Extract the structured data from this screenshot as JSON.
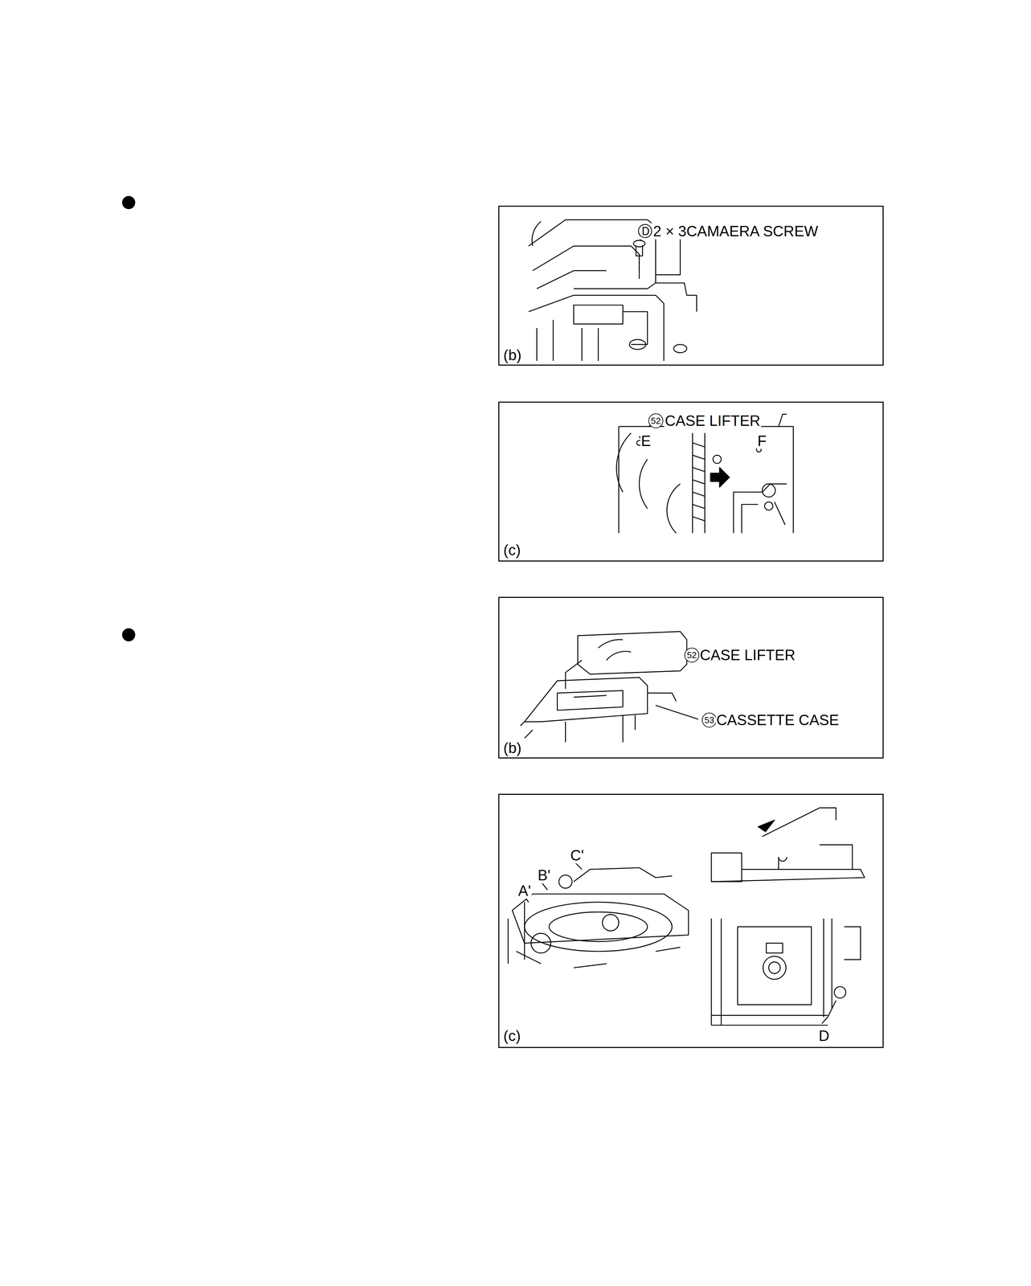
{
  "diagram": {
    "nodes": [
      {
        "text": [
          "Ⓓ",
          "2 × 3CAMAERA SCREW",
          "(b)"
        ]
      },
      {
        "text": [
          "52",
          "CASE LIFTER",
          "E",
          "F",
          "(c)"
        ]
      },
      {
        "text": [
          "52",
          "CASE LIFTER",
          "53",
          "CASSETTE CASE",
          "(b)"
        ]
      },
      {
        "text": [
          "A'",
          "B'",
          "C'",
          "D",
          "(c)"
        ]
      }
    ]
  }
}
